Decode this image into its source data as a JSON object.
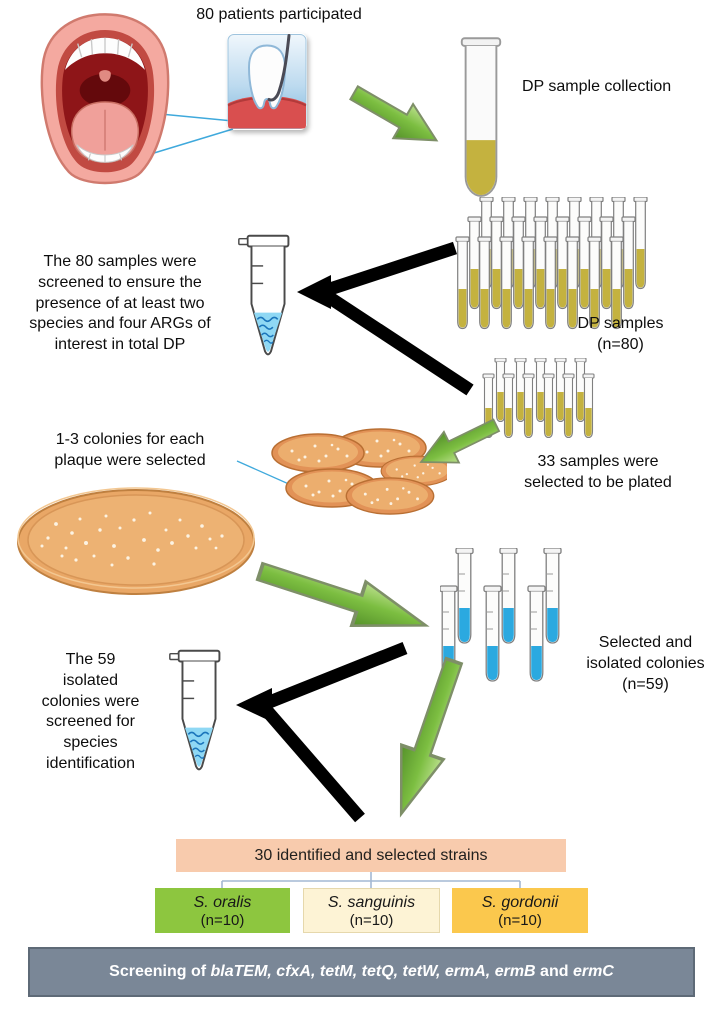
{
  "header": {
    "patients_label": "80 patients participated",
    "dp_collection_label": "DP sample collection"
  },
  "dp_samples_label": "DP samples\n(n=80)",
  "screen80_text": "The 80 samples were\nscreened to ensure the\npresence of at least two\nspecies and four ARGs of\ninterest in total DP",
  "colonies_text": "1-3 colonies for each\nplaque were selected",
  "samples33_text": "33 samples were\nselected to be plated",
  "isolated_label": "Selected and\nisolated colonies\n(n=59)",
  "screen59_text": "The 59\nisolated\ncolonies were\nscreened for\nspecies\nidentification",
  "strains_label": "30 identified and selected strains",
  "species": [
    {
      "name": "S. oralis",
      "count": "(n=10)"
    },
    {
      "name": "S. sanguinis",
      "count": "(n=10)"
    },
    {
      "name": "S. gordonii",
      "count": "(n=10)"
    }
  ],
  "gene_box": {
    "prefix": "Screening of ",
    "genes_main": "blaTEM, cfxA, tetM, tetQ, tetW, ermA, ermB",
    "conjunction": " and ",
    "gene_last": "ermC"
  },
  "icons": {
    "mouth": "open-mouth-illustration",
    "tooth": "tooth-probe-illustration",
    "test_tube": "test-tube-icon",
    "tube_rack": "test-tube-rack-icon",
    "eppendorf": "microcentrifuge-tube-dna-icon",
    "petri": "petri-dish-colonies-icon",
    "green_arrow": "green-block-arrow-icon",
    "black_arrow": "black-converging-arrow-icon"
  },
  "colors": {
    "arrow_green": "#7CBE41",
    "sample_yellow": "#C4B23F",
    "liquid_blue": "#2BA9E0",
    "strains_box_fill": "#F8CBAD",
    "oralis_fill": "#8DC63F",
    "sanguinis_fill": "#FDF3D5",
    "gordonii_fill": "#FBC84D",
    "gene_box_fill": "#7A8797"
  }
}
